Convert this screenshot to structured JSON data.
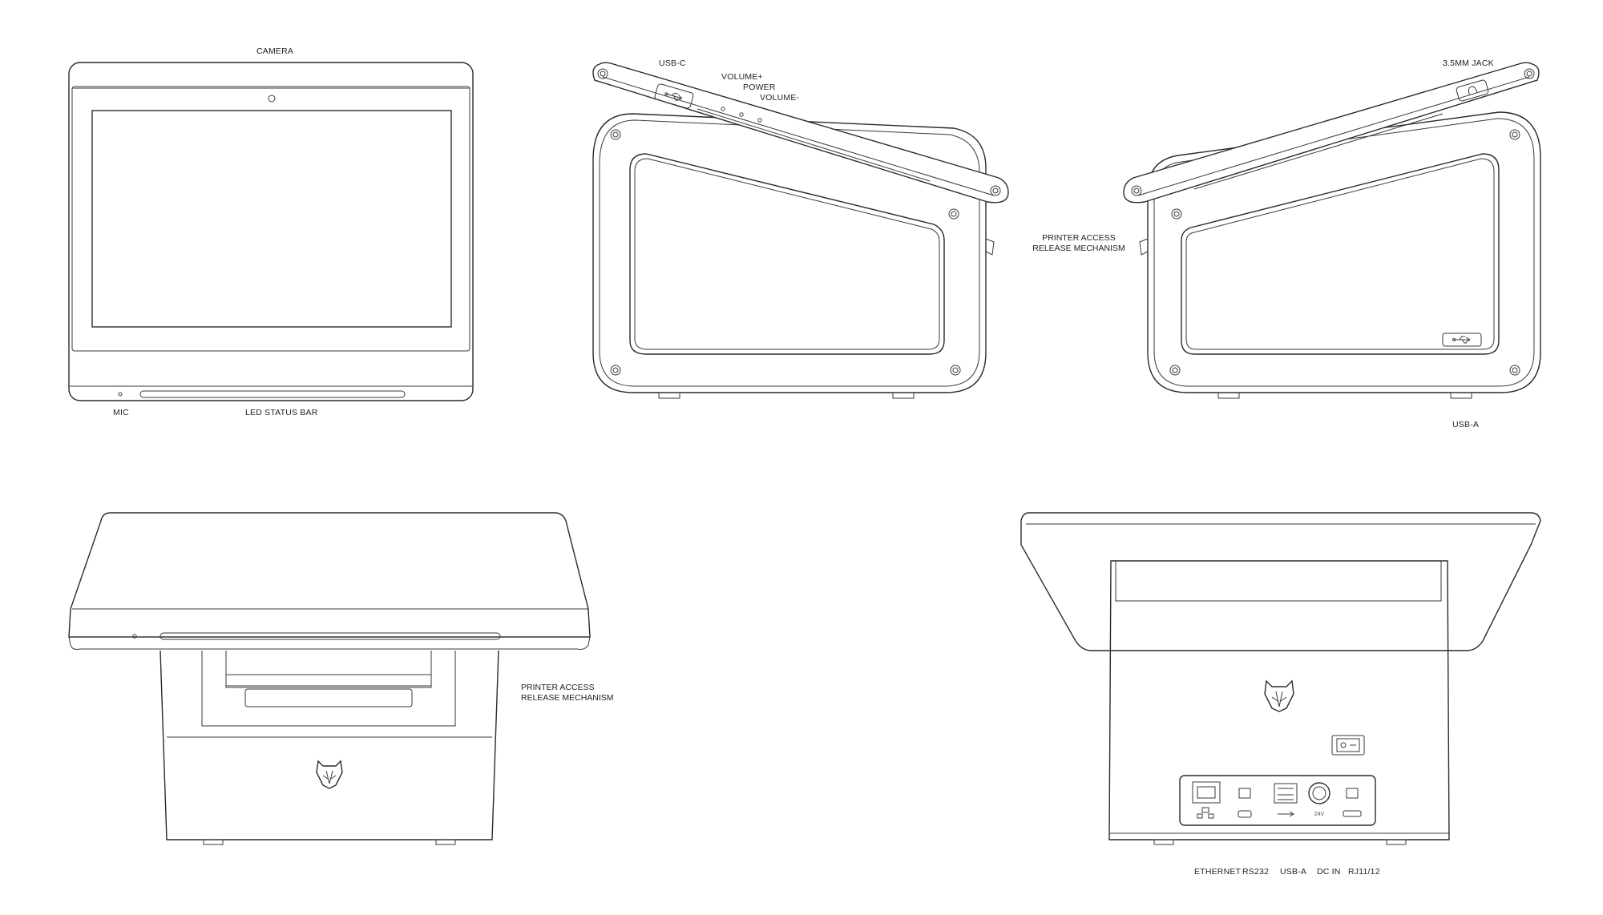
{
  "front_view": {
    "camera_label": "CAMERA",
    "mic_label": "MIC",
    "led_label": "LED STATUS BAR"
  },
  "left_side_view": {
    "usbc_label": "USB-C",
    "volume_up_label": "VOLUME+",
    "power_label": "POWER",
    "volume_down_label": "VOLUME-"
  },
  "right_side_view": {
    "jack_label": "3.5MM JACK",
    "usba_label": "USB-A"
  },
  "printer_release_top": [
    "PRINTER ACCESS",
    "RELEASE MECHANISM"
  ],
  "printer_release_bottom": [
    "PRINTER ACCESS",
    "RELEASE MECHANISM"
  ],
  "rear_ports": {
    "ethernet_label": "ETHERNET",
    "rs232_label": "RS232",
    "usba_label": "USB-A",
    "dcin_label": "DC IN",
    "rj11_label": "RJ11/12",
    "voltage_text": "24V"
  },
  "icons": [
    "camera-icon",
    "usb-icon",
    "headphone-icon",
    "ethernet-icon",
    "power-switch-icon",
    "brand-logo-icon"
  ]
}
